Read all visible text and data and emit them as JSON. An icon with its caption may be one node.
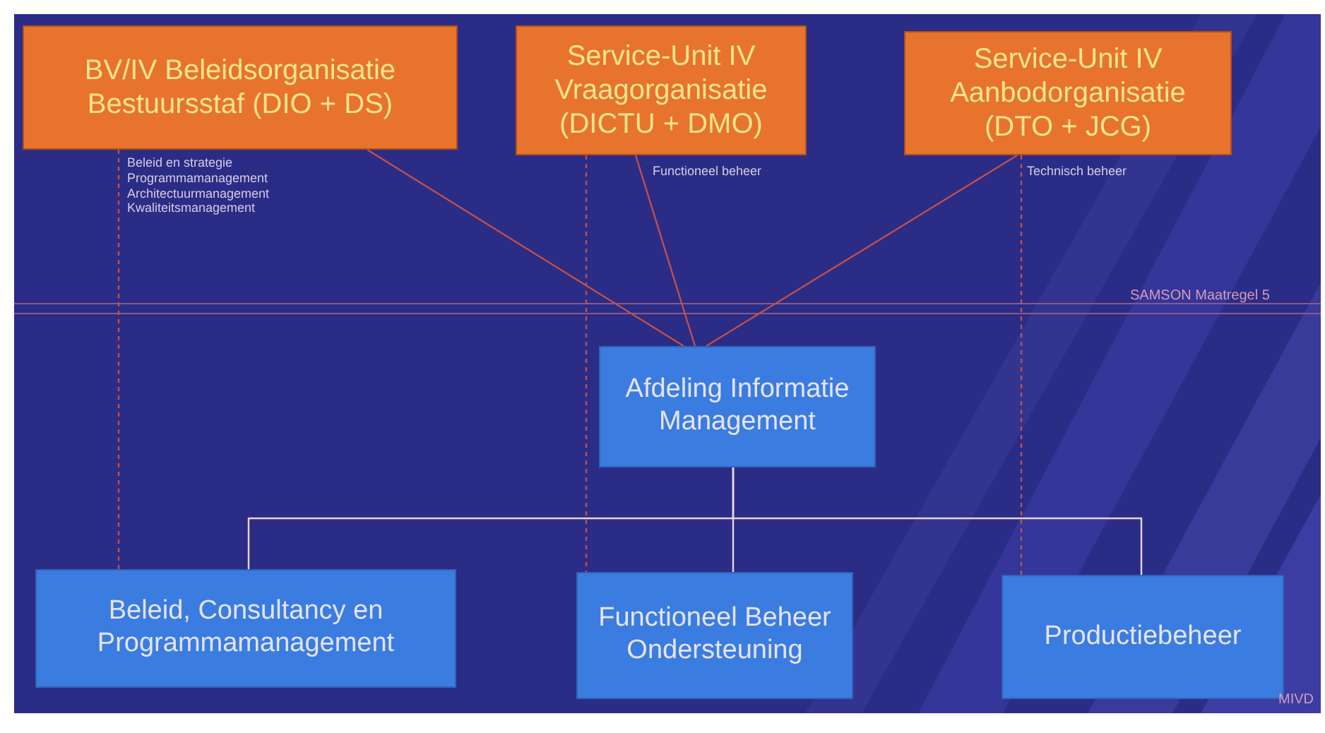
{
  "diagram": {
    "nodes": [
      {
        "text": [
          "BV/IV Beleidsorganisatie Bestuursstaf (DIO + DS)"
        ],
        "beside": [
          "Beleid en strategie",
          "Programmamanagement",
          "Architectuurmanagement",
          "Kwaliteitsmanagement"
        ]
      },
      {
        "text": [
          "Service-Unit IV Vraagorganisatie (DICTU + DMO)"
        ],
        "beside": [
          "Functioneel beheer"
        ]
      },
      {
        "text": [
          "Service-Unit IV Aanbodorganisatie (DTO + JCG)"
        ],
        "beside": [
          "Technisch beheer"
        ]
      },
      {
        "text": [
          "Afdeling Informatie Management"
        ]
      },
      {
        "text": [
          "Beleid, Consultancy en Programmamanagement"
        ]
      },
      {
        "text": [
          "Functioneel Beheer Ondersteuning"
        ]
      },
      {
        "text": [
          "Productiebeheer"
        ]
      }
    ],
    "edges": [
      {
        "from": 0,
        "to": 3,
        "arrow": "none"
      },
      {
        "from": 1,
        "to": 3,
        "arrow": "none"
      },
      {
        "from": 2,
        "to": 3,
        "arrow": "none"
      },
      {
        "from": 0,
        "to": 4,
        "arrow": "none",
        "style": "dashed"
      },
      {
        "from": 1,
        "to": 5,
        "arrow": "none",
        "style": "dashed"
      },
      {
        "from": 2,
        "to": 6,
        "arrow": "none",
        "style": "dashed"
      },
      {
        "from": 3,
        "to": 4,
        "arrow": "none",
        "color": "#e8d4e0"
      },
      {
        "from": 3,
        "to": 5,
        "arrow": "none",
        "color": "#e8d4e0"
      },
      {
        "from": 3,
        "to": 6,
        "arrow": "none",
        "color": "#e8d4e0"
      }
    ],
    "labels": [
      "SAMSON Maatregel 5",
      "MIVD"
    ]
  }
}
